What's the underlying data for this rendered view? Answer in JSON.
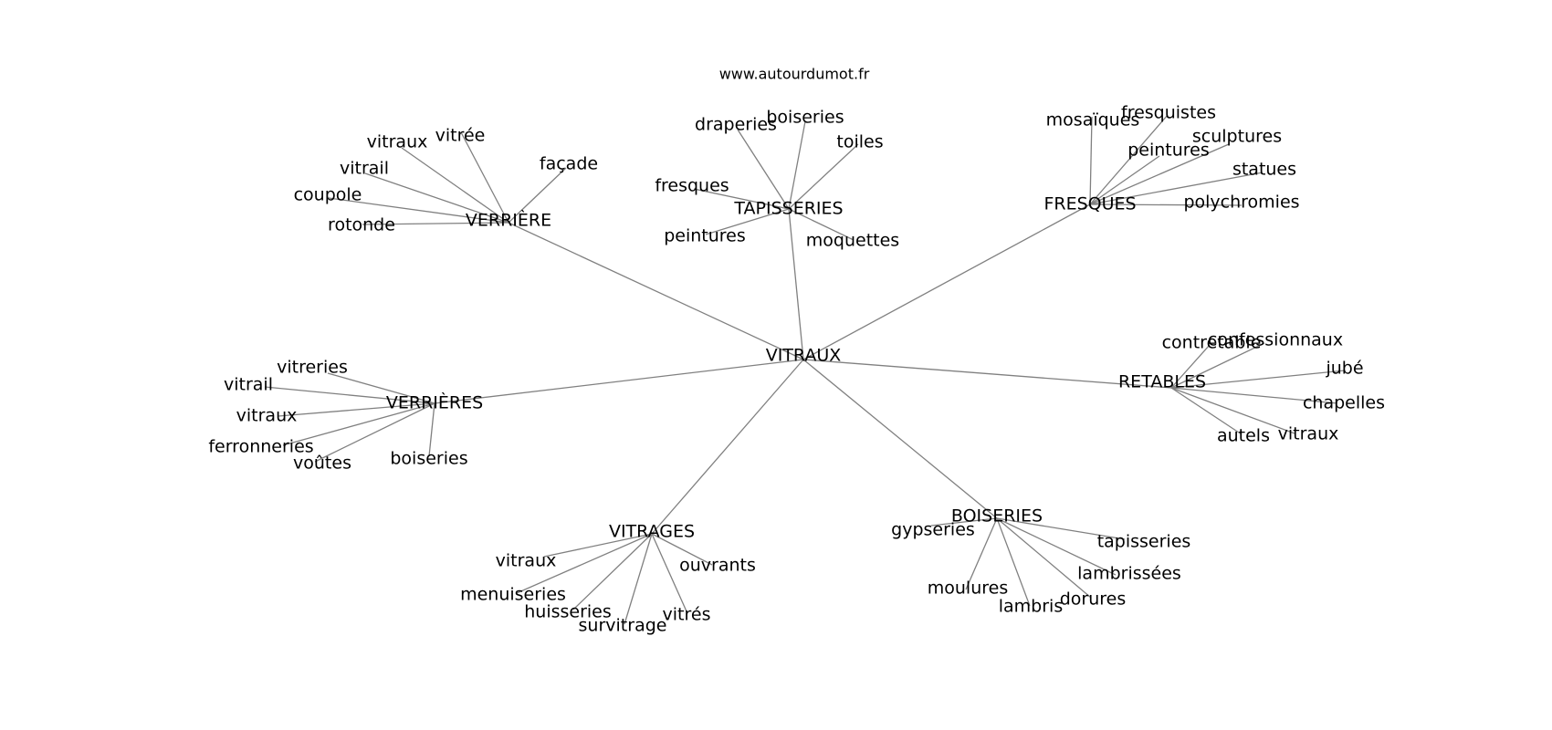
{
  "source": "www.autourdumot.fr",
  "center": "VITRAUX",
  "clusters": [
    {
      "hub": "VERRIÈRE",
      "leaves": [
        "vitraux",
        "vitrée",
        "vitrail",
        "façade",
        "coupole",
        "rotonde"
      ]
    },
    {
      "hub": "TAPISSERIES",
      "leaves": [
        "draperies",
        "boiseries",
        "toiles",
        "fresques",
        "peintures",
        "moquettes"
      ]
    },
    {
      "hub": "FRESQUES",
      "leaves": [
        "mosaïques",
        "fresquistes",
        "sculptures",
        "peintures",
        "statues",
        "polychromies"
      ]
    },
    {
      "hub": "VERRIÈRES",
      "leaves": [
        "vitreries",
        "vitrail",
        "vitraux",
        "ferronneries",
        "voûtes",
        "boiseries"
      ]
    },
    {
      "hub": "RETABLES",
      "leaves": [
        "contretable",
        "confessionnaux",
        "jubé",
        "chapelles",
        "autels",
        "vitraux"
      ]
    },
    {
      "hub": "VITRAGES",
      "leaves": [
        "vitraux",
        "ouvrants",
        "menuiseries",
        "huisseries",
        "survitrage",
        "vitrés"
      ]
    },
    {
      "hub": "BOISERIES",
      "leaves": [
        "gypseries",
        "tapisseries",
        "lambrissées",
        "moulures",
        "lambris",
        "dorures"
      ]
    }
  ]
}
